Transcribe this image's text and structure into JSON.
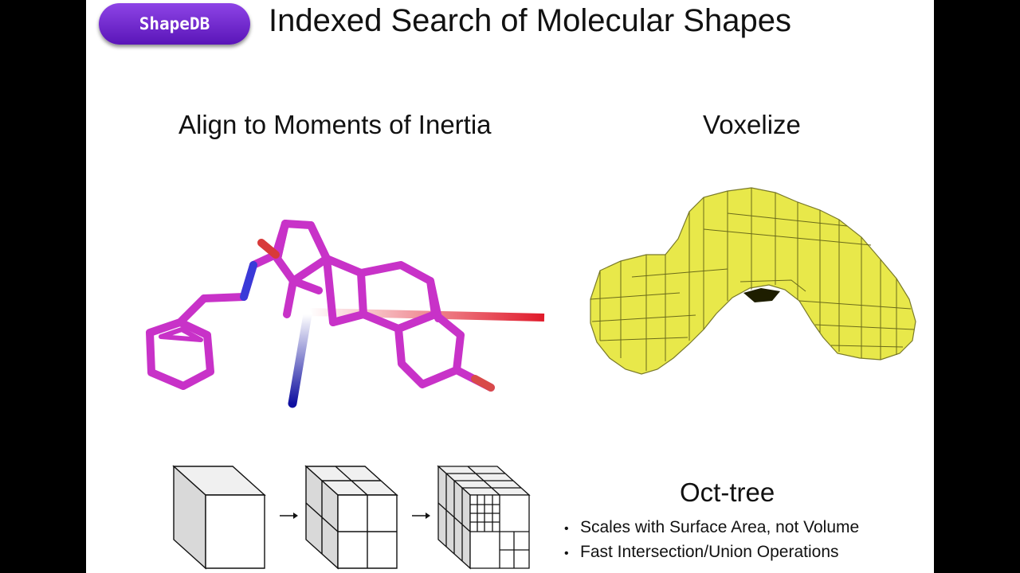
{
  "badge": {
    "label": "ShapeDB"
  },
  "title": "Indexed Search of Molecular Shapes",
  "panels": {
    "align": {
      "heading": "Align to Moments of Inertia"
    },
    "voxelize": {
      "heading": "Voxelize"
    },
    "octtree": {
      "heading": "Oct-tree",
      "bullets": [
        "Scales with Surface Area, not Volume",
        "Fast Intersection/Union Operations"
      ]
    }
  },
  "colors": {
    "molecule": "#c832c8",
    "voxel": "#e8e84a",
    "badge_top": "#8e44e6",
    "badge_bottom": "#5a15b8",
    "axis_green": "#2fc83a",
    "axis_red": "#e01a2a",
    "axis_blue": "#1a1a9a"
  },
  "icons": [
    "arrow-right-icon",
    "cube-icon"
  ]
}
